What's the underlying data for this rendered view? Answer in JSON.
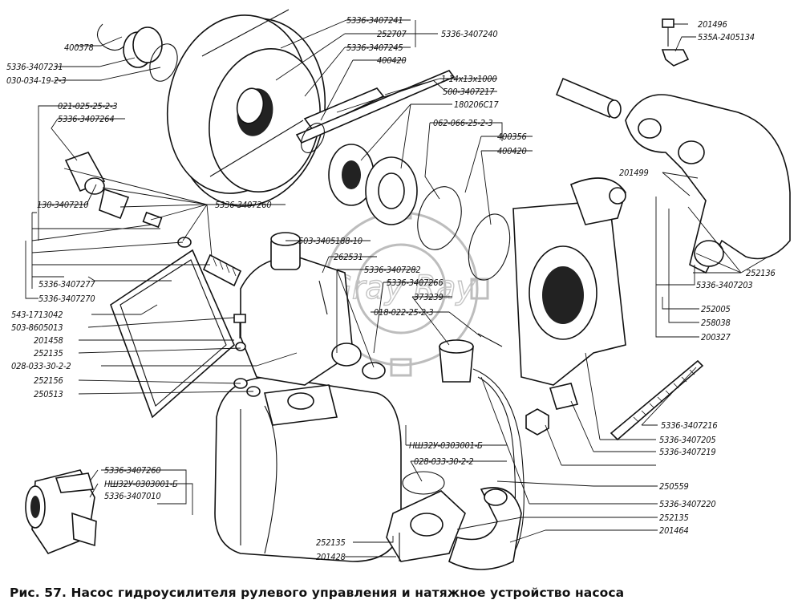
{
  "figure": {
    "caption": "Рис. 57. Насос гидроусилителя рулевого управления и натяжное устройство насоса",
    "watermark": "Gray Ray"
  },
  "labels": {
    "l400378": "400378",
    "l5336_3407231": "5336-3407231",
    "l030_034": "030-034-19-2-3",
    "l5336_3407241": "5336-3407241",
    "l252707": "252707",
    "l5336_3407240": "5336-3407240",
    "l5336_3407245": "5336-3407245",
    "l400420a": "400420",
    "l1_14x13": "1-14x13x1000",
    "l500_3407217": "500-3407217",
    "l180206": "180206C17",
    "l062_066": "062-066-25-2-3",
    "l400356": "400356",
    "l400420b": "400420",
    "l021_025": "021-025-25-2-3",
    "l5336_3407264": "5336-3407264",
    "l130_3407210": "130-3407210",
    "l5336_3407260a": "5336-3407260",
    "l503_3405188": "503-3405188-10",
    "l262531": "262531",
    "l5336_3407282": "5336-3407282",
    "l5336_3407266": "5336-3407266",
    "l373239": "373239",
    "l018_022": "018-022-25-2-3",
    "l5336_3407277": "5336-3407277",
    "l5336_3407270": "5336-3407270",
    "l543_1713042": "543-1713042",
    "l503_8605013": "503-8605013",
    "l201458": "201458",
    "l252135a": "252135",
    "l028_033a": "028-033-30-2-2",
    "l252156": "252156",
    "l250513": "250513",
    "l201496": "201496",
    "l535a_2405134": "535А-2405134",
    "l201499": "201499",
    "l252136": "252136",
    "l5336_3407203": "5336-3407203",
    "l252005": "252005",
    "l258038": "258038",
    "l200327": "200327",
    "l5336_3407216": "5336-3407216",
    "l5336_3407205": "5336-3407205",
    "l5336_3407219": "5336-3407219",
    "l250559": "250559",
    "l5336_3407220": "5336-3407220",
    "l252135b": "252135",
    "l201464": "201464",
    "l252135c": "252135",
    "l201428": "201428",
    "l5336_3407260b": "5336-3407260",
    "l_nsh32u_a": "НШ32У-0303001-Б",
    "l_nsh32u_b": "НШ32У-0303001-Б",
    "l028_033b": "028-033-30-2-2",
    "l5336_3407010": "5336-3407010"
  }
}
